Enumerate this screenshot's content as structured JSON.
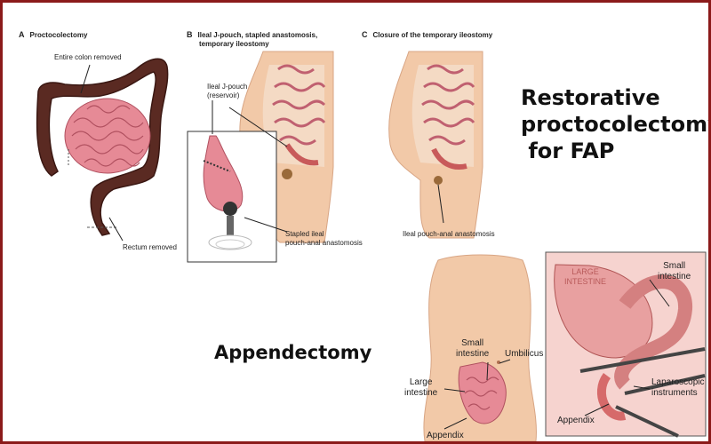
{
  "panel_a": {
    "letter": "A",
    "title": "Proctocolectomy",
    "label_colon": "Entire colon removed",
    "label_rectum": "Rectum removed"
  },
  "panel_b": {
    "letter": "B",
    "title_line1": "Ileal J-pouch, stapled anastomosis,",
    "title_line2": "temporary ileostomy",
    "label_pouch_line1": "Ileal J-pouch",
    "label_pouch_line2": "(reservoir)",
    "label_stapled_line1": "Stapled ileal",
    "label_stapled_line2": "pouch-anal anastomosis"
  },
  "panel_c": {
    "letter": "C",
    "title": "Closure of the temporary ileostomy",
    "label_anastomosis": "Ileal pouch-anal anastomosis"
  },
  "headings": {
    "restorative_line1": "Restorative",
    "restorative_line2": "proctocolectomy",
    "restorative_line3": " for FAP",
    "appendectomy": "Appendectomy"
  },
  "appendectomy_figure": {
    "small_intestine_line1": "Small",
    "small_intestine_line2": "intestine",
    "umbilicus": "Umbilicus",
    "large_intestine_line1": "Large",
    "large_intestine_line2": "intestine",
    "appendix": "Appendix"
  },
  "laparoscopic_inset": {
    "large_intestine_line1": "LARGE",
    "large_intestine_line2": "INTESTINE",
    "small_intestine_line1": "Small",
    "small_intestine_line2": "intestine",
    "instruments_line1": "Laparoscopic",
    "instruments_line2": "instruments",
    "appendix": "Appendix"
  },
  "colors": {
    "border": "#8b1a1a",
    "colon_dark": "#5a2a22",
    "intestine_pink": "#e68a96",
    "skin": "#f2c9a8",
    "accent_red": "#c85a5a"
  }
}
